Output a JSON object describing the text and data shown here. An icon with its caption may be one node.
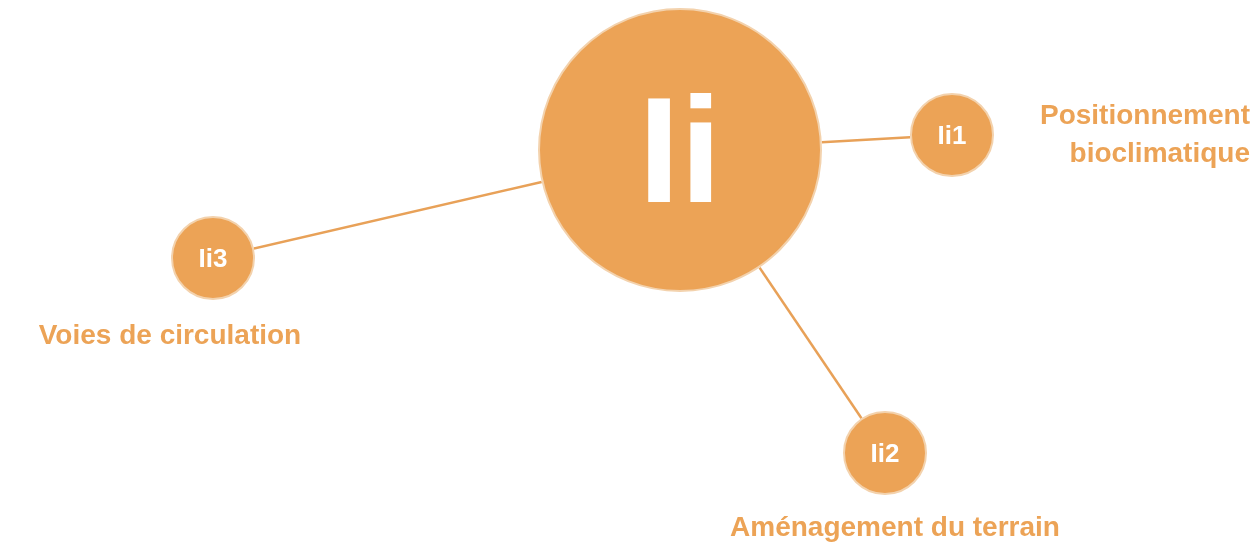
{
  "diagram": {
    "nodes": [
      {
        "text": [
          "Ii"
        ]
      },
      {
        "text": [
          "Ii1"
        ],
        "beside": [
          "Positionnement bioclimatique"
        ]
      },
      {
        "text": [
          "Ii2"
        ],
        "beside": [
          "Aménagement du terrain"
        ]
      },
      {
        "text": [
          "Ii3"
        ],
        "beside": [
          "Voies de circulation"
        ]
      }
    ],
    "edges": [
      {
        "from": 0,
        "to": 1,
        "arrow": "none"
      },
      {
        "from": 0,
        "to": 2,
        "arrow": "none"
      },
      {
        "from": 0,
        "to": 3,
        "arrow": "none"
      }
    ]
  }
}
